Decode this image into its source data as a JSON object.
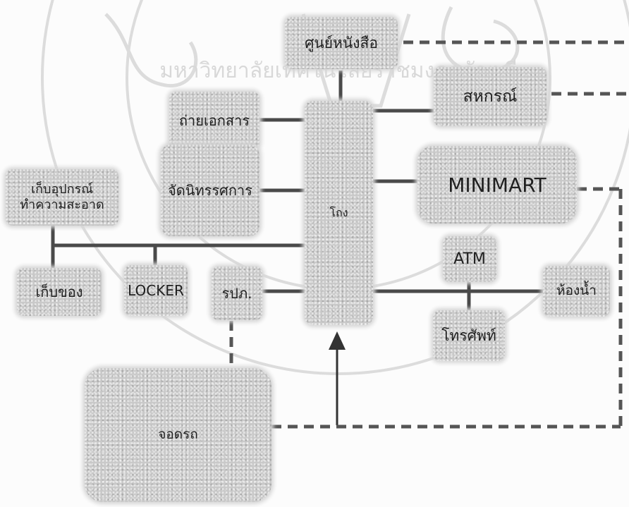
{
  "diagram": {
    "nodes": {
      "library": "ศูนย์หนังสือ",
      "cooperative": "สหกรณ์",
      "photocopy": "ถ่ายเอกสาร",
      "exhibition": "จัดนิทรรศการ",
      "hall": "โถง",
      "minimart": "MINIMART",
      "cleaning_storage": "เก็บอุปกรณ์ ทำความสะอาด",
      "storage": "เก็บของ",
      "locker": "LOCKER",
      "security": "รปภ.",
      "atm": "ATM",
      "restroom": "ห้องน้ำ",
      "telephone": "โทรศัพท์",
      "parking": "จอดรถ"
    }
  },
  "watermark": {
    "text": "มหาวิทยาลัยเทคโนโลยีราชมงคลธัญบุรี"
  },
  "colors": {
    "box_fill": "#c9c9c9",
    "line": "#4a4a4a",
    "dashed_line": "#555555",
    "watermark": "#dddddd"
  }
}
